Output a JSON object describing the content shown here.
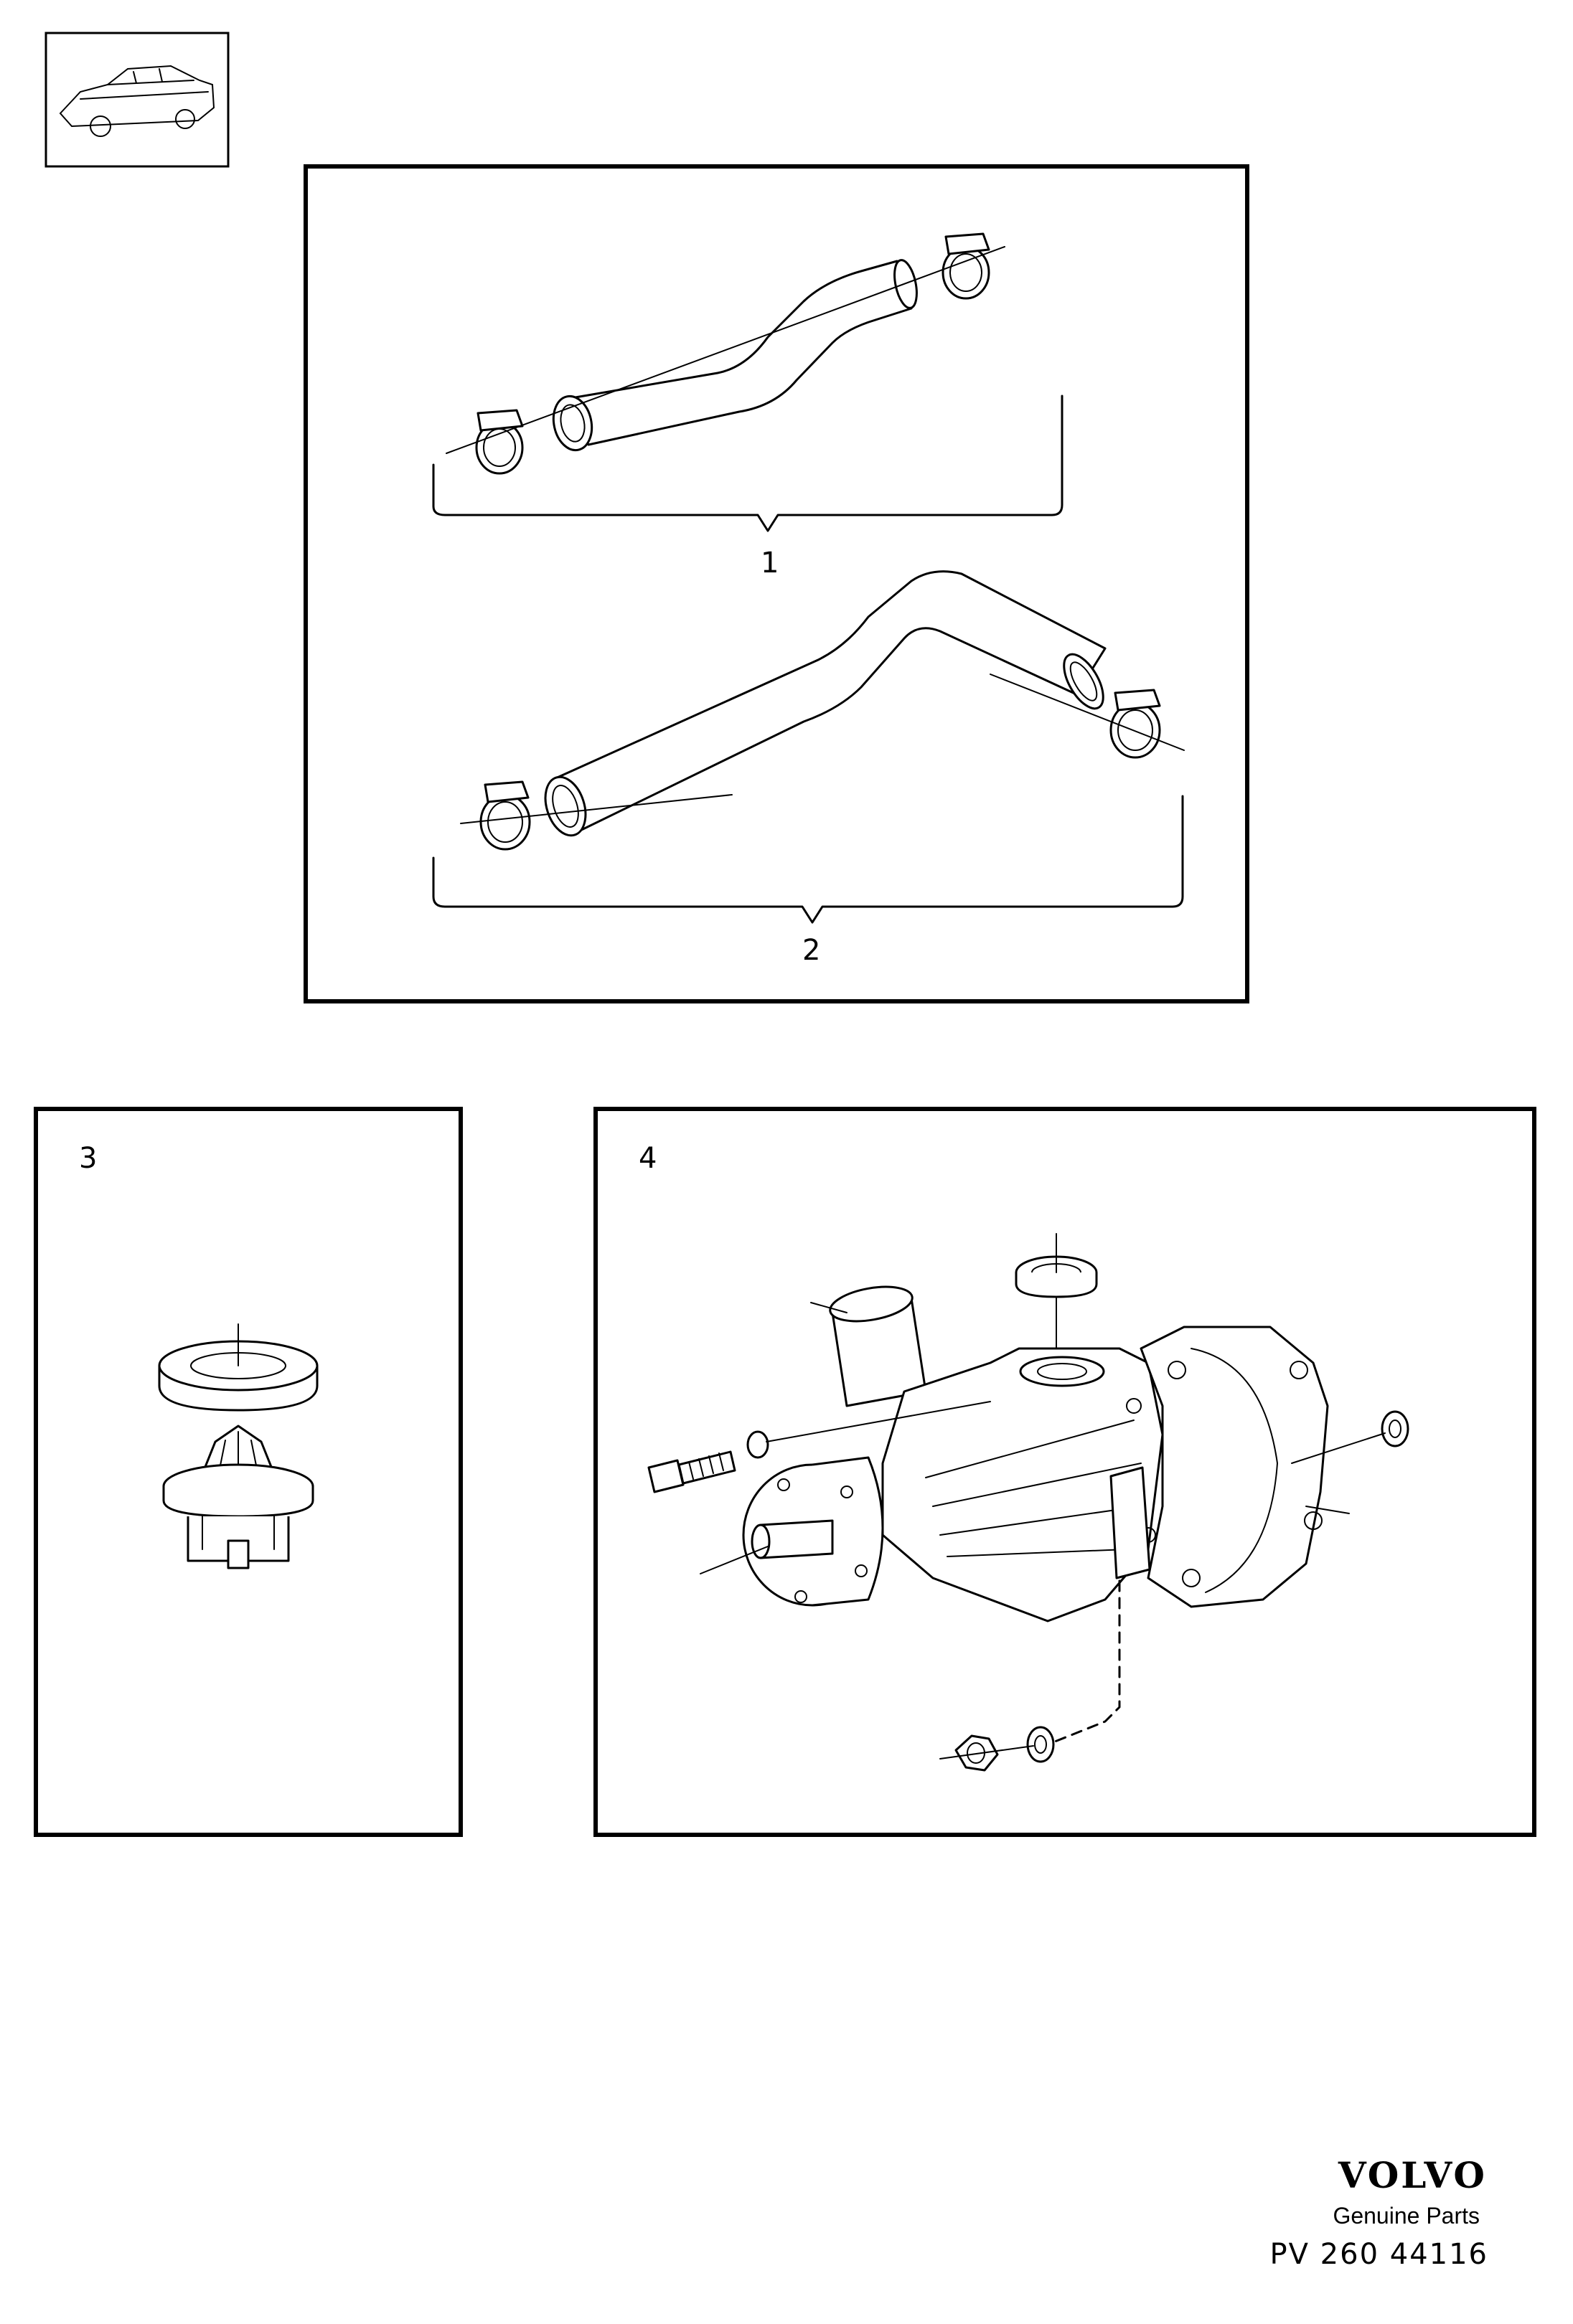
{
  "labels": {
    "callout_1": "1",
    "callout_2": "2",
    "callout_3": "3",
    "callout_4": "4"
  },
  "footer": {
    "brand": "VOLVO",
    "subtitle": "Genuine Parts",
    "reference": "PV 260  44116"
  },
  "icons": {
    "vehicle_thumbnail": "sedan-car-icon"
  }
}
